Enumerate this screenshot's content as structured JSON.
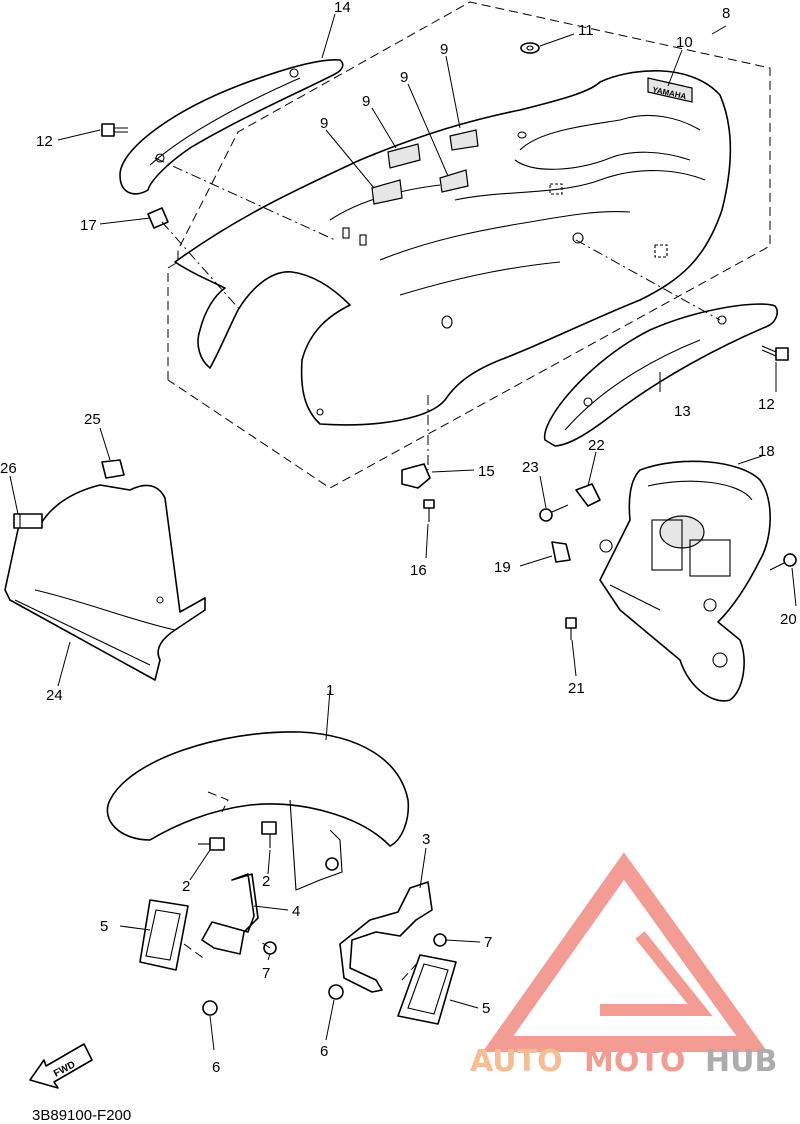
{
  "diagram": {
    "code": "3B89100-F200",
    "fwd_label": "FWD",
    "callouts": [
      {
        "id": "c1",
        "label": "1"
      },
      {
        "id": "c2a",
        "label": "2"
      },
      {
        "id": "c2b",
        "label": "2"
      },
      {
        "id": "c3",
        "label": "3"
      },
      {
        "id": "c4",
        "label": "4"
      },
      {
        "id": "c5a",
        "label": "5"
      },
      {
        "id": "c5b",
        "label": "5"
      },
      {
        "id": "c6a",
        "label": "6"
      },
      {
        "id": "c6b",
        "label": "6"
      },
      {
        "id": "c7a",
        "label": "7"
      },
      {
        "id": "c7b",
        "label": "7"
      },
      {
        "id": "c8",
        "label": "8"
      },
      {
        "id": "c9a",
        "label": "9"
      },
      {
        "id": "c9b",
        "label": "9"
      },
      {
        "id": "c9c",
        "label": "9"
      },
      {
        "id": "c9d",
        "label": "9"
      },
      {
        "id": "c10",
        "label": "10"
      },
      {
        "id": "c11",
        "label": "11"
      },
      {
        "id": "c12a",
        "label": "12"
      },
      {
        "id": "c12b",
        "label": "12"
      },
      {
        "id": "c13",
        "label": "13"
      },
      {
        "id": "c14",
        "label": "14"
      },
      {
        "id": "c15",
        "label": "15"
      },
      {
        "id": "c16",
        "label": "16"
      },
      {
        "id": "c17",
        "label": "17"
      },
      {
        "id": "c18",
        "label": "18"
      },
      {
        "id": "c19",
        "label": "19"
      },
      {
        "id": "c20",
        "label": "20"
      },
      {
        "id": "c21",
        "label": "21"
      },
      {
        "id": "c22",
        "label": "22"
      },
      {
        "id": "c23",
        "label": "23"
      },
      {
        "id": "c24",
        "label": "24"
      },
      {
        "id": "c25",
        "label": "25"
      },
      {
        "id": "c26",
        "label": "26"
      }
    ]
  },
  "watermark": {
    "part1": "AUTO",
    "part2": "MOTO",
    "part3": "HUB",
    "color_auto": "#f4b183",
    "color_moto": "#f28b82",
    "color_hub": "#9e9e9e"
  }
}
